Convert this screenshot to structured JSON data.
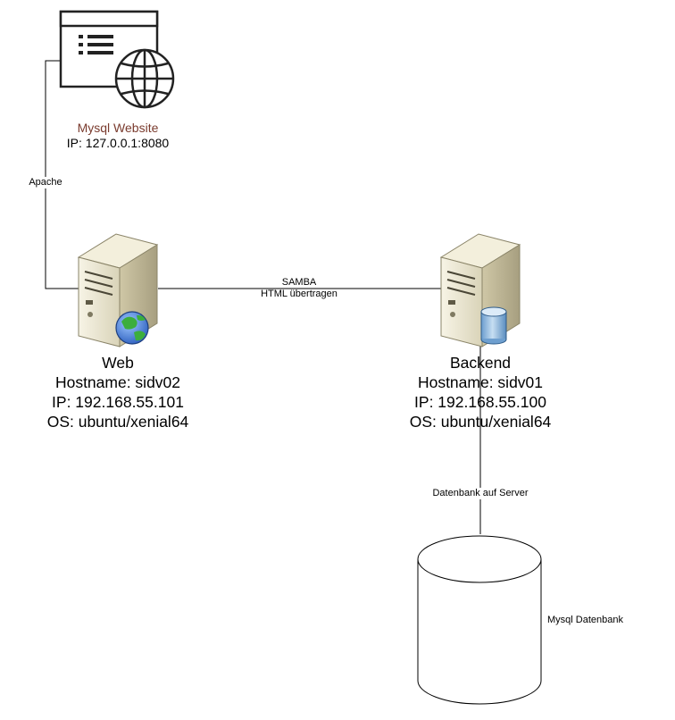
{
  "nodes": {
    "website": {
      "title": "Mysql Website",
      "ip": "IP: 127.0.0.1:8080",
      "icon": "web-page-globe-icon"
    },
    "web_server": {
      "name": "Web",
      "hostname": "Hostname: sidv02",
      "ip": "IP: 192.168.55.101",
      "os": "OS: ubuntu/xenial64",
      "icon": "web-server-icon"
    },
    "backend_server": {
      "name": "Backend",
      "hostname": "Hostname: sidv01",
      "ip": "IP: 192.168.55.100",
      "os": "OS: ubuntu/xenial64",
      "icon": "database-server-icon"
    },
    "database": {
      "label": "Mysql Datenbank",
      "icon": "database-cylinder-icon"
    }
  },
  "connections": {
    "website_web": {
      "label": "Apache"
    },
    "web_backend": {
      "label_line1": "SAMBA",
      "label_line2": "HTML übertragen"
    },
    "backend_db": {
      "label": "Datenbank auf Server"
    }
  },
  "colors": {
    "line": "#000000",
    "website_title": "#7a3b2e",
    "server_body": "#e9e4cf",
    "globe_green": "#3cae3c",
    "globe_blue": "#3a77d6",
    "db_blue": "#8fbbe0"
  }
}
